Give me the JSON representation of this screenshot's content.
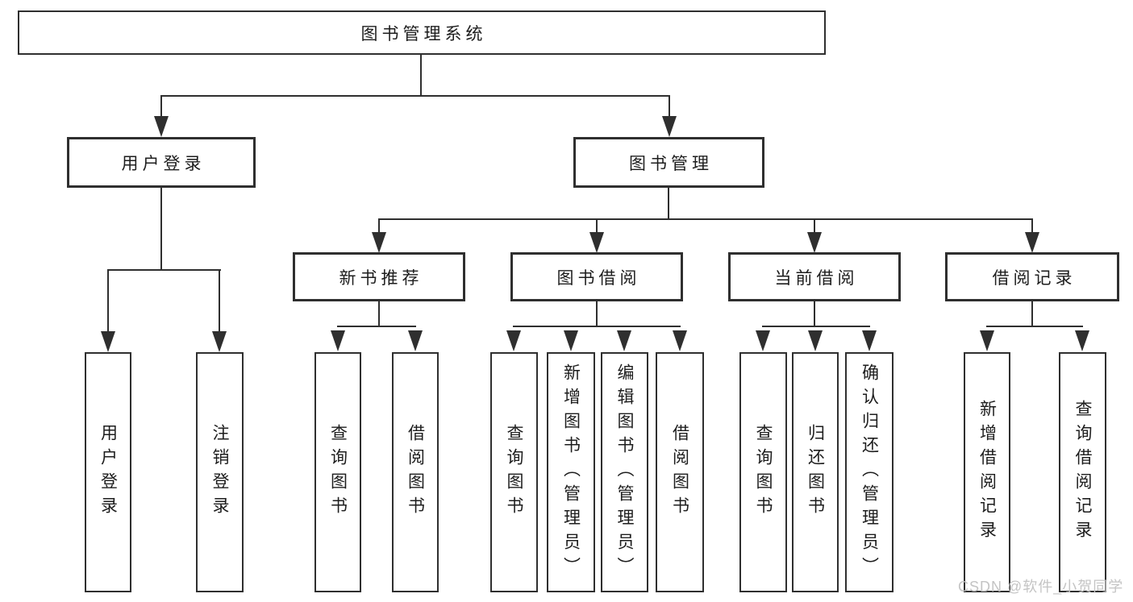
{
  "diagram": {
    "root": "图书管理系统",
    "level2": [
      "用户登录",
      "图书管理"
    ],
    "level3": [
      "新书推荐",
      "图书借阅",
      "当前借阅",
      "借阅记录"
    ],
    "leaves": [
      "用户登录",
      "注销登录",
      "查询图书",
      "借阅图书",
      "查询图书",
      "新增图书（管理员）",
      "编辑图书（管理员）",
      "借阅图书",
      "查询图书",
      "归还图书",
      "确认归还（管理员）",
      "新增借阅记录",
      "查询借阅记录"
    ]
  },
  "watermark": "CSDN @软件_小贺同学",
  "colors": {
    "line": "#2f2f2f",
    "text": "#1d1d1d",
    "watermark": "#c4c4c4",
    "background": "#ffffff"
  }
}
